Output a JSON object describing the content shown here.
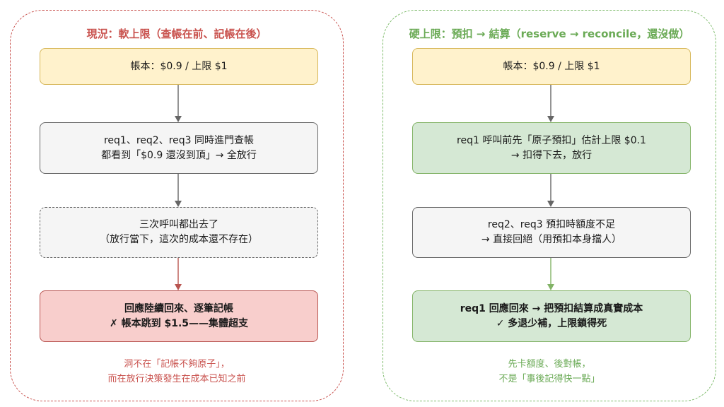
{
  "left": {
    "title": "現況：軟上限（查帳在前、記帳在後）",
    "box1": [
      "帳本：$0.9 / 上限 $1"
    ],
    "box2": [
      "req1、req2、req3 同時進門查帳",
      "都看到「$0.9 還沒到頂」→ 全放行"
    ],
    "box3": [
      "三次呼叫都出去了",
      "（放行當下，這次的成本還不存在）"
    ],
    "box4": [
      "回應陸續回來、逐筆記帳",
      "✗ 帳本跳到 $1.5——集體超支"
    ],
    "note": [
      "洞不在「記帳不夠原子」，",
      "而在放行決策發生在成本已知之前"
    ]
  },
  "right": {
    "title": "硬上限：預扣 → 結算（reserve → reconcile，還沒做）",
    "box1": [
      "帳本：$0.9 / 上限 $1"
    ],
    "box2": [
      "req1 呼叫前先「原子預扣」估計上限 $0.1",
      "→ 扣得下去，放行"
    ],
    "box3": [
      "req2、req3 預扣時額度不足",
      "→ 直接回絕（用預扣本身擋人）"
    ],
    "box4": [
      "req1 回應回來 → 把預扣結算成真實成本",
      "✓ 多退少補，上限鎖得死"
    ],
    "note": [
      "先卡額度、後對帳，",
      "不是「事後記得快一點」"
    ]
  },
  "colors": {
    "left_frame": "#c9524e",
    "right_frame": "#7dbb6a",
    "box_yellow": "#fff2cc",
    "box_gray": "#f5f5f5",
    "box_red": "#f8cecc",
    "box_green": "#d5e8d4"
  }
}
